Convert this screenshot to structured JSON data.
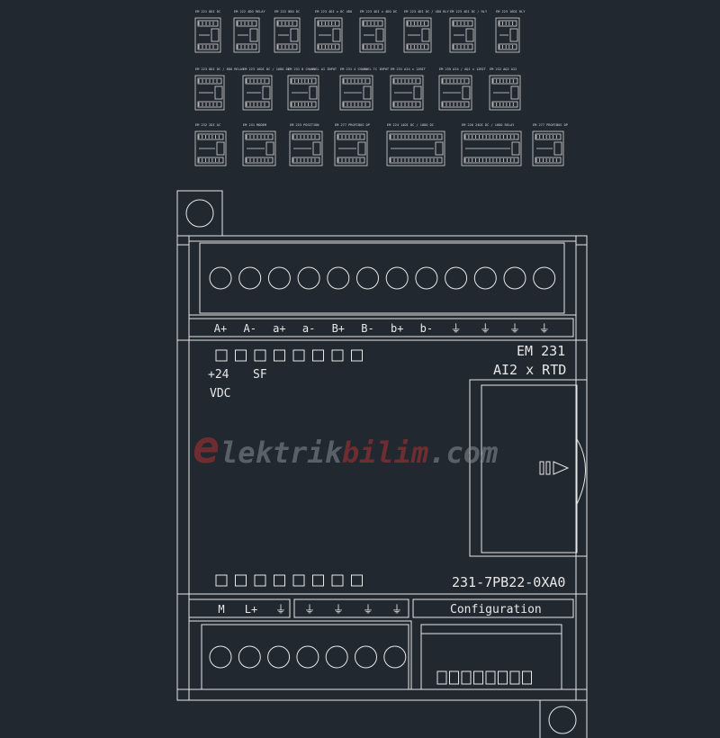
{
  "drawing": {
    "background": "#212830",
    "line_color": "#e8e8e8",
    "thumbnails": [
      {
        "label": "EM 221 8DI DC"
      },
      {
        "label": "EM 222 4DO RELAY"
      },
      {
        "label": "EM 222 8DO DC"
      },
      {
        "label": "EM 223 4DI x DC 4DO"
      },
      {
        "label": "EM 223 4DI x 4DO DC"
      },
      {
        "label": "EM 223 4DI DC / 4DO RLY"
      },
      {
        "label": "EM 223 4DI DC / RLY"
      },
      {
        "label": "EM 223 16DI RLY"
      },
      {
        "label": "EM 223 8DI DC / 8DO RELAY"
      },
      {
        "label": "EM 223 16DI DC / 16DO DC"
      },
      {
        "label": "EM 231 8 CHANNEL AI INPUT"
      },
      {
        "label": "EM 231 4 CHANNEL TC INPUT"
      },
      {
        "label": "EM 231 AI4 x 12BIT"
      },
      {
        "label": "EM 235 AI4 / AQ1 x 12BIT"
      },
      {
        "label": "EM 232 AQ2 AI2"
      },
      {
        "label": "EM 232 2DI AC"
      },
      {
        "label": "EM 241 MODEM"
      },
      {
        "label": "EM 253 POSITION"
      },
      {
        "label": "EM 277 PROFIBUS DP"
      },
      {
        "label": "EM 224 14DI DC / 10DO DC"
      },
      {
        "label": "EM 226 24DI DC / 16DO RELAY"
      },
      {
        "label": "EM 277 PROFIBUS DP"
      }
    ],
    "module": {
      "title": "EM 231",
      "subtitle": "AI2 x RTD",
      "part_number": "231-7PB22-0XA0",
      "supply_label_1": "+24",
      "supply_label_2": "VDC",
      "sf_label": "SF",
      "configuration_label": "Configuration",
      "top_terminal_labels": [
        "A+",
        "A-",
        "a+",
        "a-",
        "B+",
        "B-",
        "b+",
        "b-",
        "⏚",
        "⏚",
        "⏚",
        "⏚"
      ],
      "bottom_terminal_labels": [
        "M",
        "L+",
        "⏚",
        "⏚",
        "⏚",
        "⏚",
        "⏚"
      ],
      "top_terminal_count": 12,
      "bottom_terminal_count": 7,
      "led_count": 8
    },
    "watermark": {
      "letter": "e",
      "part1": "lektrik",
      "part2": "bilim",
      "part3": ".com",
      "accent_color": "#c03030"
    }
  }
}
